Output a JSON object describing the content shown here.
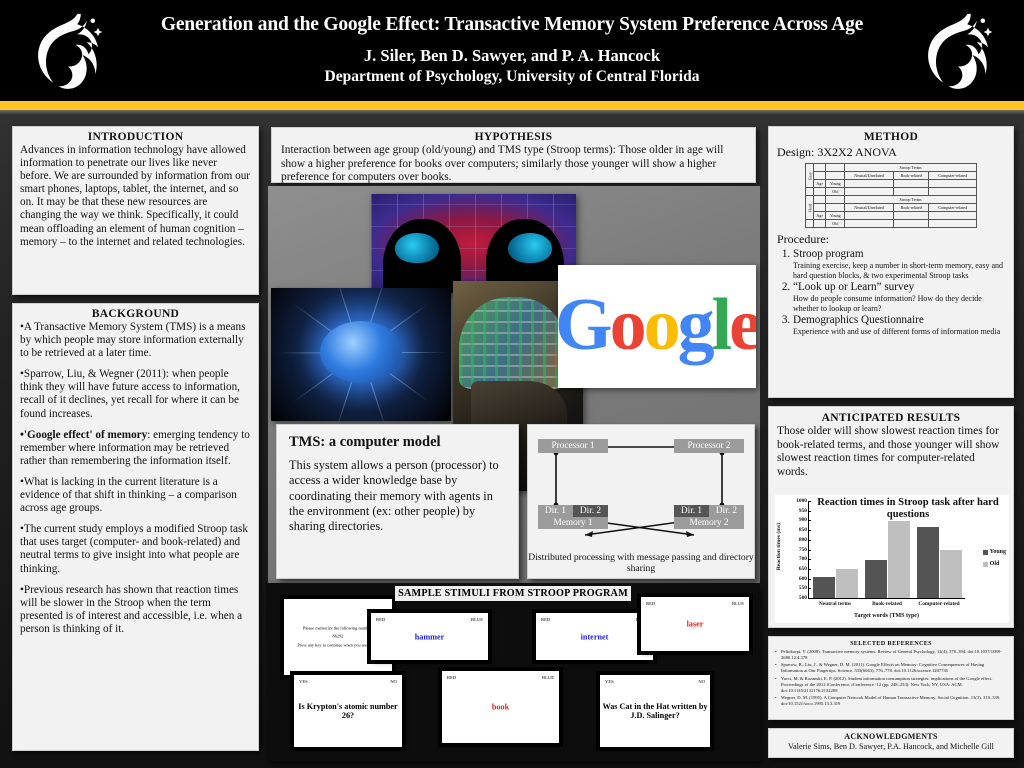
{
  "header": {
    "title": "Generation and the Google Effect: Transactive Memory System Preference Across Age",
    "authors": "J. Siler, Ben D. Sawyer, and P. A. Hancock",
    "department": "Department of Psychology, University of Central Florida",
    "logo_alt": "ucf-pegasus-logo",
    "accent_gold": "#FFC423"
  },
  "introduction": {
    "heading": "INTRODUCTION",
    "body": "Advances in information technology have allowed information to penetrate our lives like never before. We are surrounded by information from our smart phones, laptops, tablet, the internet, and so on. It may be that these new resources are changing the way we think. Specifically, it could mean offloading an element of human cognition – memory – to the internet and related technologies."
  },
  "background": {
    "heading": "BACKGROUND",
    "bullets": [
      "•A Transactive Memory System (TMS) is a means by which people may store information externally to be retrieved at a later time.",
      "•Sparrow, Liu, & Wegner (2011): when people think they will have future access to information, recall of it declines, yet recall for where it can be found increases.",
      "•What is lacking in the current literature is a evidence of that shift in thinking – a comparison across age groups.",
      "•The current study employs a modified Stroop task that uses target (computer- and book-related) and neutral terms to give insight into what people are thinking.",
      "•Previous research has shown that reaction times will be slower in the Stroop when the term presented is of interest and accessible, i.e. when a person is thinking of it."
    ],
    "google_effect_lead": "•'Google effect' of memory",
    "google_effect_rest": ": emerging tendency to remember where information may be retrieved rather than remembering the information itself."
  },
  "hypothesis": {
    "heading": "HYPOTHESIS",
    "body": "Interaction between age group (old/young) and TMS type (Stroop terms): Those older in age will show a higher preference for books over computers; similarly those younger will show a higher preference for computers over books."
  },
  "media": {
    "heads_image_alt": "two-heads-telepathy-image",
    "brain_image_alt": "blue-neural-brain-image",
    "cyborg_image_alt": "cyborg-circuit-head-image",
    "google_logo_alt": "google-logo-image",
    "google_letters": [
      "G",
      "o",
      "o",
      "g",
      "l",
      "e"
    ]
  },
  "tms_model": {
    "heading": "TMS: a computer model",
    "body": "This system allows a person (processor) to access a wider knowledge base by coordinating their memory with agents in the environment (ex: other people) by sharing directories."
  },
  "tms_diagram": {
    "processor_1": "Processor 1",
    "processor_2": "Processor 2",
    "left_dir_1": "Dir. 1",
    "left_dir_2": "Dir. 2",
    "right_dir_1": "Dir. 1",
    "right_dir_2": "Dir. 2",
    "memory_1": "Memory 1",
    "memory_2": "Memory 2",
    "caption": "Distributed processing with message passing and directory sharing"
  },
  "method": {
    "heading": "METHOD",
    "design": "Design: 3X2X2 ANOVA",
    "table": {
      "stroop_terms_header": "Stroop Terms",
      "columns": [
        "Neutral/Unrelated",
        "Book-related",
        "Computer-related"
      ],
      "row_blocks": [
        {
          "difficulty": "Easy",
          "factor": "Age",
          "levels": [
            "Young",
            "Old"
          ]
        },
        {
          "difficulty": "Hard",
          "factor": "Age",
          "levels": [
            "Young",
            "Old"
          ]
        }
      ]
    },
    "procedure_heading": "Procedure:",
    "procedure": [
      {
        "title": "Stroop program",
        "detail": "Training exercise, keep a number in short-term memory, easy and hard question blocks, & two experimental Stroop tasks"
      },
      {
        "title": "“Look up or Learn” survey",
        "detail": "How do people consume information? How do they decide whether to lookup or learn?"
      },
      {
        "title": "Demographics Questionnaire",
        "detail": "Experience with and use of different forms of information media"
      }
    ]
  },
  "anticipated": {
    "heading": "ANTICIPATED RESULTS",
    "body": "Those older will show slowest reaction times for book-related terms, and those younger will show slowest reaction times for computer-related words."
  },
  "chart_data": {
    "type": "bar",
    "title": "Reaction times in Stroop task after hard questions",
    "xlabel": "Target words (TMS type)",
    "ylabel": "Reaction times (ms)",
    "categories": [
      "Neutral terms",
      "Book-related",
      "Computer-related"
    ],
    "series": [
      {
        "name": "Young",
        "values": [
          610,
          697,
          868
        ],
        "color": "#545454"
      },
      {
        "name": "Old",
        "values": [
          648,
          897,
          746
        ],
        "color": "#bfbfbf"
      }
    ],
    "ylim": [
      500,
      1000
    ],
    "yticks": [
      500,
      550,
      600,
      650,
      700,
      750,
      800,
      850,
      900,
      950,
      1000
    ],
    "grid": false,
    "legend_position": "right"
  },
  "stimuli": {
    "heading": "SAMPLE STIMULI FROM STROOP PROGRAM",
    "cards": [
      {
        "name": "memorize-card",
        "memo_line1": "Please memorize the following number:",
        "memo_line2": "86292",
        "memo_line3": "Press any key to continue when you are ready."
      },
      {
        "name": "stroop-hammer-card",
        "top_left": "RED",
        "top_right": "BLUE",
        "word": "hammer",
        "word_color": "blue"
      },
      {
        "name": "stroop-internet-card",
        "top_left": "RED",
        "top_right": "BLUE",
        "word": "internet",
        "word_color": "blue"
      },
      {
        "name": "stroop-laser-card",
        "top_left": "RED",
        "top_right": "BLUE",
        "word": "laser",
        "word_color": "red"
      },
      {
        "name": "question-krypton-card",
        "top_left": "YES",
        "top_right": "NO",
        "word": "Is Krypton's atomic number 26?",
        "word_color": "black"
      },
      {
        "name": "stroop-book-card",
        "top_left": "RED",
        "top_right": "BLUE",
        "word": "book",
        "word_color": "red"
      },
      {
        "name": "question-salinger-card",
        "top_left": "YES",
        "top_right": "NO",
        "word": "Was Cat in the Hat written by J.D. Salinger?",
        "word_color": "black"
      }
    ]
  },
  "references": {
    "heading": "SELECTED REFERENCES",
    "items": [
      "Peltokorpi, V. (2008). Transactive memory systems. Review of General Psychology, 12(4), 378–394. doi:10.1037/1089-2680.12.4.378",
      "Sparrow, B., Liu, J., & Wegner, D. M. (2011). Google Effects on Memory: Cognitive Consequences of Having Information at Our Fingertips. Science, 333(6043), 776–778. doi:10.1126/science.1207745",
      "Yacci, M. & Rozanski, E. P. (2012). Student information consumption strategies: implications of the Google effect. Proceedings of the 2012 iConference, iConference ‘12 (pp. 248–253). New York, NY, USA: ACM. doi:10.1145/2132176.2132208",
      "Wegner, D. M. (1995). A Computer Network Model of Human Transactive Memory. Social Cognition, 13(3), 319–339. doi:10.1521/soco.1995.13.3.319"
    ]
  },
  "acknowledgments": {
    "heading": "ACKNOWLEDGMENTS",
    "body": "Valerie Sims, Ben D. Sawyer, P.A. Hancock, and Michelle Gill"
  }
}
